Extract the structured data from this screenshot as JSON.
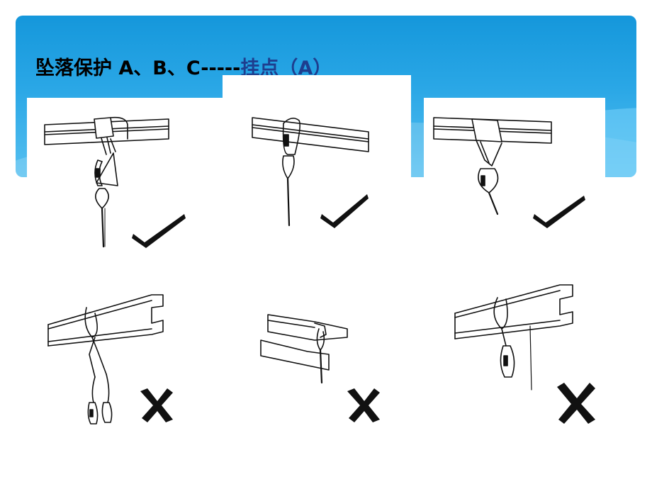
{
  "slide": {
    "title_prefix": "坠落保护 A、B、C-----",
    "title_highlight": "挂点（A）"
  },
  "colors": {
    "banner": "#1597db",
    "title_text": "#000000",
    "title_highlight": "#1e3e8e",
    "mark_correct": "#111111",
    "mark_wrong": "#111111"
  },
  "panels": [
    {
      "id": "sling-triangle-ring",
      "verdict": "correct",
      "icon": "check-icon"
    },
    {
      "id": "carabiner-direct",
      "verdict": "correct",
      "icon": "check-icon"
    },
    {
      "id": "webbing-sling",
      "verdict": "correct",
      "icon": "check-icon"
    },
    {
      "id": "rope-wrapped-channel",
      "verdict": "wrong",
      "icon": "cross-icon"
    },
    {
      "id": "edge-angle-hook",
      "verdict": "wrong",
      "icon": "cross-icon"
    },
    {
      "id": "rope-loop-channel",
      "verdict": "wrong",
      "icon": "cross-icon"
    }
  ]
}
